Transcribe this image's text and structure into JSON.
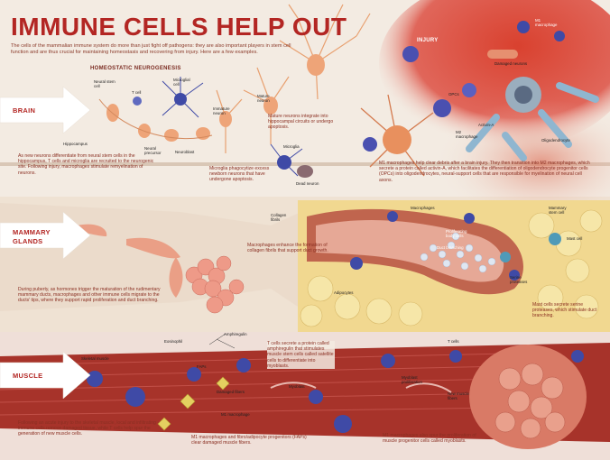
{
  "header": {
    "title": "IMMUNE CELLS HELP OUT",
    "intro": "The cells of the mammalian immune system do more than just fight off pathogens: they are also important players in stem cell function and are thus crucial for maintaining homeostasis and recovering from injury. Here are a few examples."
  },
  "colors": {
    "title_red": "#b32623",
    "injury_red": "#d23b2e",
    "microglia_blue": "#3f4aa6",
    "neuron_orange": "#e8a070",
    "muscle_red": "#9c2a22"
  },
  "brain": {
    "section_label": "BRAIN",
    "subtitle": "HOMEOSTATIC NEUROGENESIS",
    "injury_label": "INJURY",
    "labels": {
      "neural_stem_cell": "Neural stem cell",
      "t_cell": "T cell",
      "microglial_cell": "Microglial cell",
      "immature_neuron": "Immature neuron",
      "mature_neuron": "Mature neuron",
      "hippocampus": "Hippocampus",
      "neural_precursor": "Neural precursor",
      "neuroblast": "Neuroblast",
      "microglia": "Microglia",
      "dead_neuron": "Dead neuron",
      "m1_macrophage": "M1 macrophage",
      "damaged_neurons": "Damaged neurons",
      "opcs": "OPCs",
      "activin_a": "Activin-A",
      "m2_macrophage": "M2 macrophage",
      "oligodendrocyte": "Oligodendrocyte"
    },
    "caption_left": "As new neurons differentiate from neural stem cells in the hippocampus, T cells and microglia are recruited to the neurogenic site. Following injury, macrophages stimulate remyelination of neurons.",
    "caption_integrate": "Mature neurons integrate into hippocampal circuits or undergo apoptosis.",
    "caption_phagocytize": "Microglia phagocytize excess newborn neurons that have undergone apoptosis.",
    "caption_injury": "M1 macrophages help clear debris after a brain injury. They then transition into M2 macrophages, which secrete a protein called activin-A, which facilitates the differentiation of oligodendrocyte progenitor cells (OPCs) into oligodendrocytes, neural-support cells that are responsible for myelination of neural cell axons."
  },
  "mammary": {
    "section_label_1": "MAMMARY",
    "section_label_2": "GLANDS",
    "labels": {
      "collagen_fibrils": "Collagen fibrils",
      "macrophages": "Macrophages",
      "mammary_stem_cell": "Mammary stem cell",
      "proliferating_body_cells": "Proliferating body cells",
      "duct_branching": "Duct branching",
      "mast_cell": "Mast cell",
      "serine_proteases": "Serine proteases",
      "adipocytes": "Adipocytes"
    },
    "caption_macrophages": "Macrophages enhance the formation of collagen fibrils that support duct growth.",
    "caption_left": "During puberty, as hormones trigger the maturation of the rudimentary mammary ducts, macrophages and other immune cells migrate to the ducts' tips, where they support rapid proliferation and duct branching.",
    "caption_mast": "Mast cells secrete serine proteases, which stimulate duct branching."
  },
  "muscle": {
    "section_label": "MUSCLE",
    "labels": {
      "skeletal_muscle": "Skeletal muscle",
      "eosinophil": "Eosinophil",
      "amphiregulin": "Amphiregulin",
      "fap": "FAPs",
      "damaged_fibers": "Damaged fibers",
      "m1_macrophage": "M1 macrophage",
      "myoblast": "Myoblast",
      "t_cells": "T cells",
      "myoblast_proliferation": "Myoblast proliferation",
      "new_muscle_fibers": "New muscle fibers"
    },
    "caption_tcells": "T cells secrete a protein called amphiregulin that stimulates muscle stem cells called satellite cells to differentiate into myoblasts.",
    "caption_left": "Following an acute injury to the skeletal muscle, local and infiltrating immune cells remove damaged tissue, while T cells help spur the generation of new muscle cells.",
    "caption_fap": "M1 macrophages and fibro/adipocyte progenitors (FAPs) clear damaged muscle fibers.",
    "caption_m1": "M1 macrophages also spur the proliferation of muscle progenitor cells called myoblasts."
  }
}
